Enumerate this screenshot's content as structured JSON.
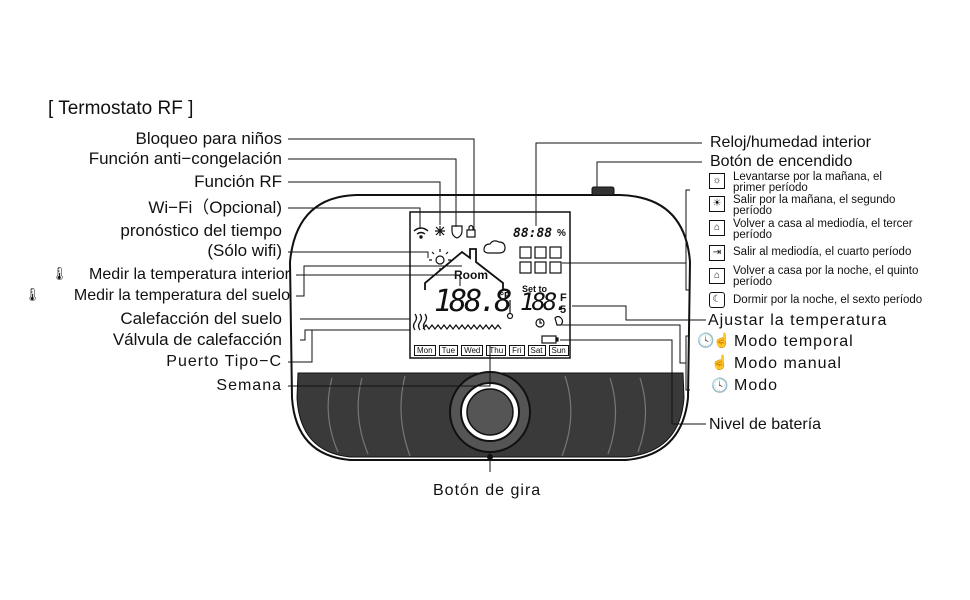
{
  "title": "[ Termostato RF ]",
  "left_labels": {
    "child_lock": "Bloqueo para niños",
    "anti_freeze": "Función anti−congelación",
    "rf_function": "Función RF",
    "wifi": "Wi−Fi（Opcional)",
    "forecast_1": "pronóstico del tiempo",
    "forecast_2": "(Sólo wifi)",
    "indoor_temp": "Medir la temperatura interior",
    "floor_temp": "Medir la temperatura del suelo",
    "floor_heating": "Calefacción del suelo",
    "heating_valve": "Válvula de calefacción",
    "usb_port": "Puerto Tipo−C",
    "week": "Semana"
  },
  "right_labels": {
    "clock_humidity": "Reloj/humedad interior",
    "power_button": "Botón de encendido",
    "period1_a": "Levantarse por la mañana, el",
    "period1_b": "primer período",
    "period2_a": "Salir por la mañana, el segundo",
    "period2_b": "período",
    "period3_a": "Volver a casa al mediodía, el tercer",
    "period3_b": "período",
    "period4": "Salir al mediodía, el cuarto período",
    "period5_a": "Volver a casa por la noche, el quinto",
    "period5_b": "período",
    "period6": "Dormir por la noche, el sexto período",
    "set_temp": "Ajustar la temperatura",
    "mode_timer": "Modo temporal",
    "mode_manual": "Modo manual",
    "mode": "Modo",
    "battery": "Nivel de batería"
  },
  "bottom_label": "Botón de gira",
  "lcd": {
    "room": "Room",
    "set_to": "Set to",
    "clock": "88:88",
    "clock_suffix": "%",
    "room_temp": "188.8",
    "room_unit": "°F",
    "set_temp": "188.",
    "set_unit_a": "F",
    "set_unit_b": "5",
    "days": [
      "Mon",
      "Tue",
      "Wed",
      "Thu",
      "Fri",
      "Sat",
      "Sun"
    ]
  }
}
